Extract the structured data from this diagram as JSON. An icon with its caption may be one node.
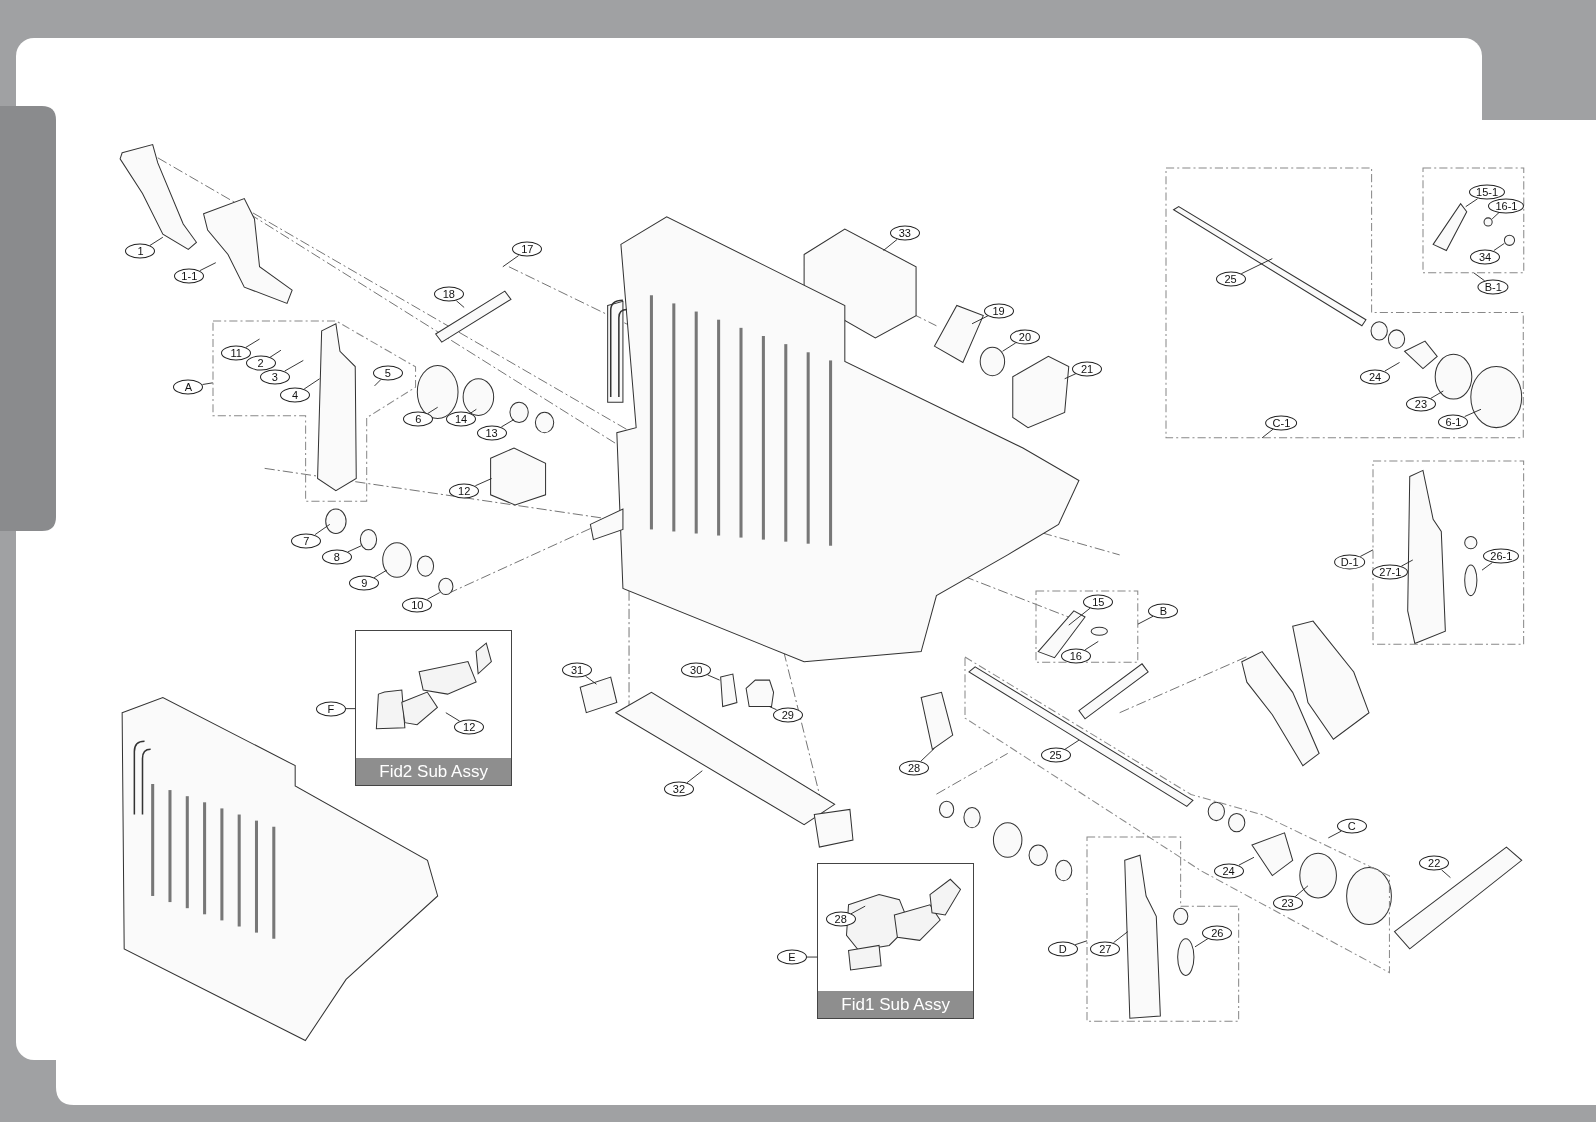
{
  "diagram": {
    "nodes": [
      {
        "text": [
          "1"
        ]
      },
      {
        "text": [
          "1-1"
        ]
      },
      {
        "text": [
          "17"
        ]
      },
      {
        "text": [
          "18"
        ]
      },
      {
        "text": [
          "33"
        ]
      },
      {
        "text": [],
        "shape": "box"
      },
      {
        "text": [
          "25"
        ],
        "in": 5
      },
      {
        "text": [],
        "shape": "box"
      },
      {
        "text": [
          "15-1"
        ],
        "in": 7
      },
      {
        "text": [
          "16-1"
        ],
        "in": 7
      },
      {
        "text": [
          "34"
        ],
        "in": 7
      },
      {
        "text": [
          "B-1"
        ]
      },
      {
        "text": [
          "19"
        ]
      },
      {
        "text": [],
        "shape": "box"
      },
      {
        "text": [
          "11"
        ],
        "in": 13
      },
      {
        "text": [
          "2"
        ],
        "in": 13
      },
      {
        "text": [
          "3"
        ],
        "in": 13
      },
      {
        "text": [
          "A"
        ]
      },
      {
        "text": [
          "4"
        ],
        "in": 13
      },
      {
        "text": [
          "5"
        ],
        "in": 13
      },
      {
        "text": [
          "20"
        ]
      },
      {
        "text": [
          "21"
        ]
      },
      {
        "text": [
          "24"
        ],
        "in": 5
      },
      {
        "text": [
          "23"
        ],
        "in": 5
      },
      {
        "text": [
          "6-1"
        ],
        "in": 5
      },
      {
        "text": [
          "C-1"
        ],
        "in": 5
      },
      {
        "text": [
          "6"
        ]
      },
      {
        "text": [
          "14"
        ]
      },
      {
        "text": [
          "13"
        ]
      },
      {
        "text": [
          "12"
        ]
      },
      {
        "text": [],
        "shape": "box"
      },
      {
        "text": [
          "7"
        ]
      },
      {
        "text": [
          "8"
        ]
      },
      {
        "text": [
          "D-1"
        ]
      },
      {
        "text": [
          "27-1"
        ],
        "in": 30
      },
      {
        "text": [
          "26-1"
        ],
        "in": 30
      },
      {
        "text": [
          "9"
        ]
      },
      {
        "text": [
          "10"
        ]
      },
      {
        "text": [],
        "shape": "box"
      },
      {
        "text": [
          "15"
        ],
        "in": 38
      },
      {
        "text": [
          "B"
        ]
      },
      {
        "text": [
          "16"
        ],
        "in": 38
      },
      {
        "text": [
          "Fid2 Sub Assy"
        ]
      },
      {
        "text": [
          "12"
        ],
        "in": 42
      },
      {
        "text": [
          "31"
        ]
      },
      {
        "text": [
          "30"
        ]
      },
      {
        "text": [
          "F"
        ]
      },
      {
        "text": [],
        "shape": "box"
      },
      {
        "text": [
          "29"
        ]
      },
      {
        "text": [
          "28"
        ]
      },
      {
        "text": [
          "25"
        ],
        "in": 47
      },
      {
        "text": [
          "32"
        ]
      },
      {
        "text": [
          "C"
        ]
      },
      {
        "text": [
          "22"
        ]
      },
      {
        "text": [
          "24"
        ],
        "in": 47
      },
      {
        "text": [
          "23"
        ],
        "in": 47
      },
      {
        "text": [
          "Fid1 Sub Assy"
        ]
      },
      {
        "text": [
          "28"
        ],
        "in": 56
      },
      {
        "text": [
          "E"
        ]
      },
      {
        "text": [],
        "shape": "box"
      },
      {
        "text": [
          "D"
        ]
      },
      {
        "text": [
          "27"
        ],
        "in": 59
      },
      {
        "text": [
          "26"
        ],
        "in": 59
      }
    ],
    "edges": [
      {
        "from": 0,
        "to": null,
        "arrow": "none"
      },
      {
        "from": 1,
        "to": null,
        "arrow": "none"
      },
      {
        "from": 2,
        "to": null,
        "arrow": "none"
      },
      {
        "from": 3,
        "to": null,
        "arrow": "none"
      },
      {
        "from": 4,
        "to": null,
        "arrow": "none"
      },
      {
        "from": 6,
        "to": null,
        "arrow": "none"
      },
      {
        "from": 8,
        "to": null,
        "arrow": "none"
      },
      {
        "from": 9,
        "to": null,
        "arrow": "none"
      },
      {
        "from": 10,
        "to": null,
        "arrow": "none"
      },
      {
        "from": 11,
        "to": 7,
        "arrow": "none"
      },
      {
        "from": 12,
        "to": null,
        "arrow": "none"
      },
      {
        "from": 14,
        "to": null,
        "arrow": "none"
      },
      {
        "from": 15,
        "to": null,
        "arrow": "none"
      },
      {
        "from": 16,
        "to": null,
        "arrow": "none"
      },
      {
        "from": 17,
        "to": 13,
        "arrow": "none"
      },
      {
        "from": 18,
        "to": null,
        "arrow": "none"
      },
      {
        "from": 19,
        "to": null,
        "arrow": "none"
      },
      {
        "from": 20,
        "to": null,
        "arrow": "none"
      },
      {
        "from": 21,
        "to": null,
        "arrow": "none"
      },
      {
        "from": 22,
        "to": null,
        "arrow": "none"
      },
      {
        "from": 23,
        "to": null,
        "arrow": "none"
      },
      {
        "from": 24,
        "to": null,
        "arrow": "none"
      },
      {
        "from": 25,
        "to": 5,
        "arrow": "none"
      },
      {
        "from": 26,
        "to": null,
        "arrow": "none"
      },
      {
        "from": 27,
        "to": null,
        "arrow": "none"
      },
      {
        "from": 28,
        "to": null,
        "arrow": "none"
      },
      {
        "from": 29,
        "to": null,
        "arrow": "none"
      },
      {
        "from": 31,
        "to": null,
        "arrow": "none"
      },
      {
        "from": 32,
        "to": null,
        "arrow": "none"
      },
      {
        "from": 33,
        "to": 30,
        "arrow": "none"
      },
      {
        "from": 34,
        "to": null,
        "arrow": "none"
      },
      {
        "from": 35,
        "to": null,
        "arrow": "none"
      },
      {
        "from": 36,
        "to": null,
        "arrow": "none"
      },
      {
        "from": 37,
        "to": null,
        "arrow": "none"
      },
      {
        "from": 39,
        "to": null,
        "arrow": "none"
      },
      {
        "from": 40,
        "to": 38,
        "arrow": "none"
      },
      {
        "from": 41,
        "to": null,
        "arrow": "none"
      },
      {
        "from": 43,
        "to": null,
        "arrow": "none"
      },
      {
        "from": 44,
        "to": null,
        "arrow": "none"
      },
      {
        "from": 45,
        "to": null,
        "arrow": "none"
      },
      {
        "from": 46,
        "to": 42,
        "arrow": "none"
      },
      {
        "from": 48,
        "to": null,
        "arrow": "none"
      },
      {
        "from": 49,
        "to": null,
        "arrow": "none"
      },
      {
        "from": 50,
        "to": null,
        "arrow": "none"
      },
      {
        "from": 51,
        "to": null,
        "arrow": "none"
      },
      {
        "from": 52,
        "to": 47,
        "arrow": "none"
      },
      {
        "from": 53,
        "to": null,
        "arrow": "none"
      },
      {
        "from": 54,
        "to": null,
        "arrow": "none"
      },
      {
        "from": 55,
        "to": null,
        "arrow": "none"
      },
      {
        "from": 57,
        "to": null,
        "arrow": "none"
      },
      {
        "from": 58,
        "to": 56,
        "arrow": "none"
      },
      {
        "from": 60,
        "to": 59,
        "arrow": "none"
      },
      {
        "from": 61,
        "to": null,
        "arrow": "none"
      },
      {
        "from": 62,
        "to": null,
        "arrow": "none"
      }
    ]
  }
}
